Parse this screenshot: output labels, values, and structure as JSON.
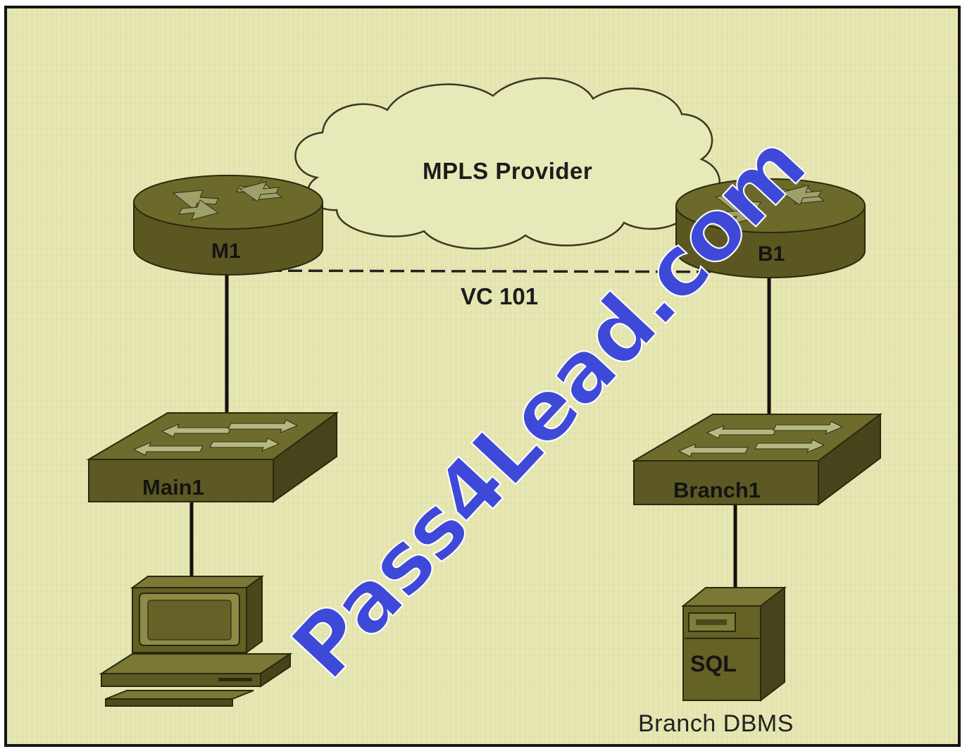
{
  "cloud": {
    "label": "MPLS Provider"
  },
  "routers": [
    {
      "id": "m1",
      "label": "M1"
    },
    {
      "id": "b1",
      "label": "B1"
    }
  ],
  "link": {
    "label": "VC 101"
  },
  "switches": [
    {
      "id": "main1",
      "label": "Main1"
    },
    {
      "id": "branch1",
      "label": "Branch1"
    }
  ],
  "server": {
    "label": "SQL",
    "caption": "Branch DBMS"
  },
  "watermark": {
    "text": "Pass4Lead.com"
  },
  "colors": {
    "background": "#e6e7b2",
    "device": "#5e5c22",
    "device_dark": "#2e2d0c",
    "watermark": "#3f49d8"
  }
}
